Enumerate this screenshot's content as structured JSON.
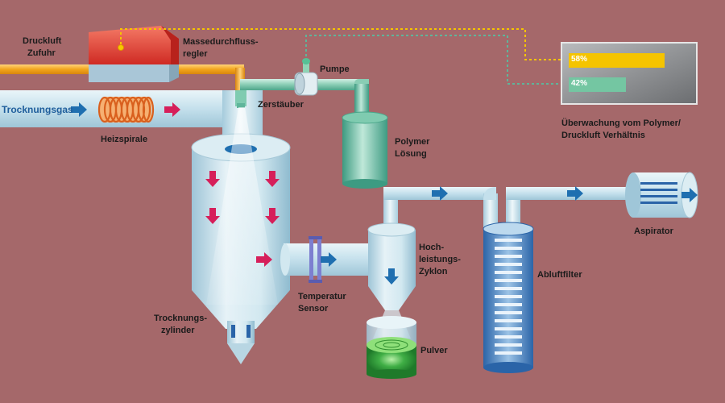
{
  "labels": {
    "druckluft": "Druckluft",
    "zufuhr": "Zufuhr",
    "massedurchfluss": "Massedurchfluss-",
    "regler": "regler",
    "pumpe": "Pumpe",
    "zerstaeuber": "Zerstäuber",
    "trocknungsgas": "Trocknungsgas",
    "heizspirale": "Heizspirale",
    "polymer": "Polymer",
    "loesung": "Lösung",
    "hoch": "Hoch-",
    "leistungs": "leistungs-",
    "zyklon": "Zyklon",
    "temperatur": "Temperatur",
    "sensor": "Sensor",
    "trocknungs": "Trocknungs-",
    "zylinder": "zylinder",
    "pulver": "Pulver",
    "abluftfilter": "Abluftfilter",
    "aspirator": "Aspirator",
    "monitor_line1": "Überwachung vom Polymer/",
    "monitor_line2": "Druckluft Verhältnis"
  },
  "monitor": {
    "druckluft_ratio": 0.58,
    "polymer_ratio": 0.42,
    "druckluft_label": "58%",
    "polymer_label": "42%"
  },
  "colors": {
    "background": "#a5686a",
    "pipe_light_blue": "#c9e3ee",
    "flow_arrow_blue": "#1f6fb0",
    "down_arrow_pink": "#d61f5a",
    "druckluft_orange": "#f2a51c",
    "polymer_green": "#5fb59b",
    "regler_red": "#e0342c",
    "pulver_green": "#2f9a3a",
    "monitor_bar_yellow": "#f5c400",
    "monitor_bar_green": "#74c6a2"
  }
}
